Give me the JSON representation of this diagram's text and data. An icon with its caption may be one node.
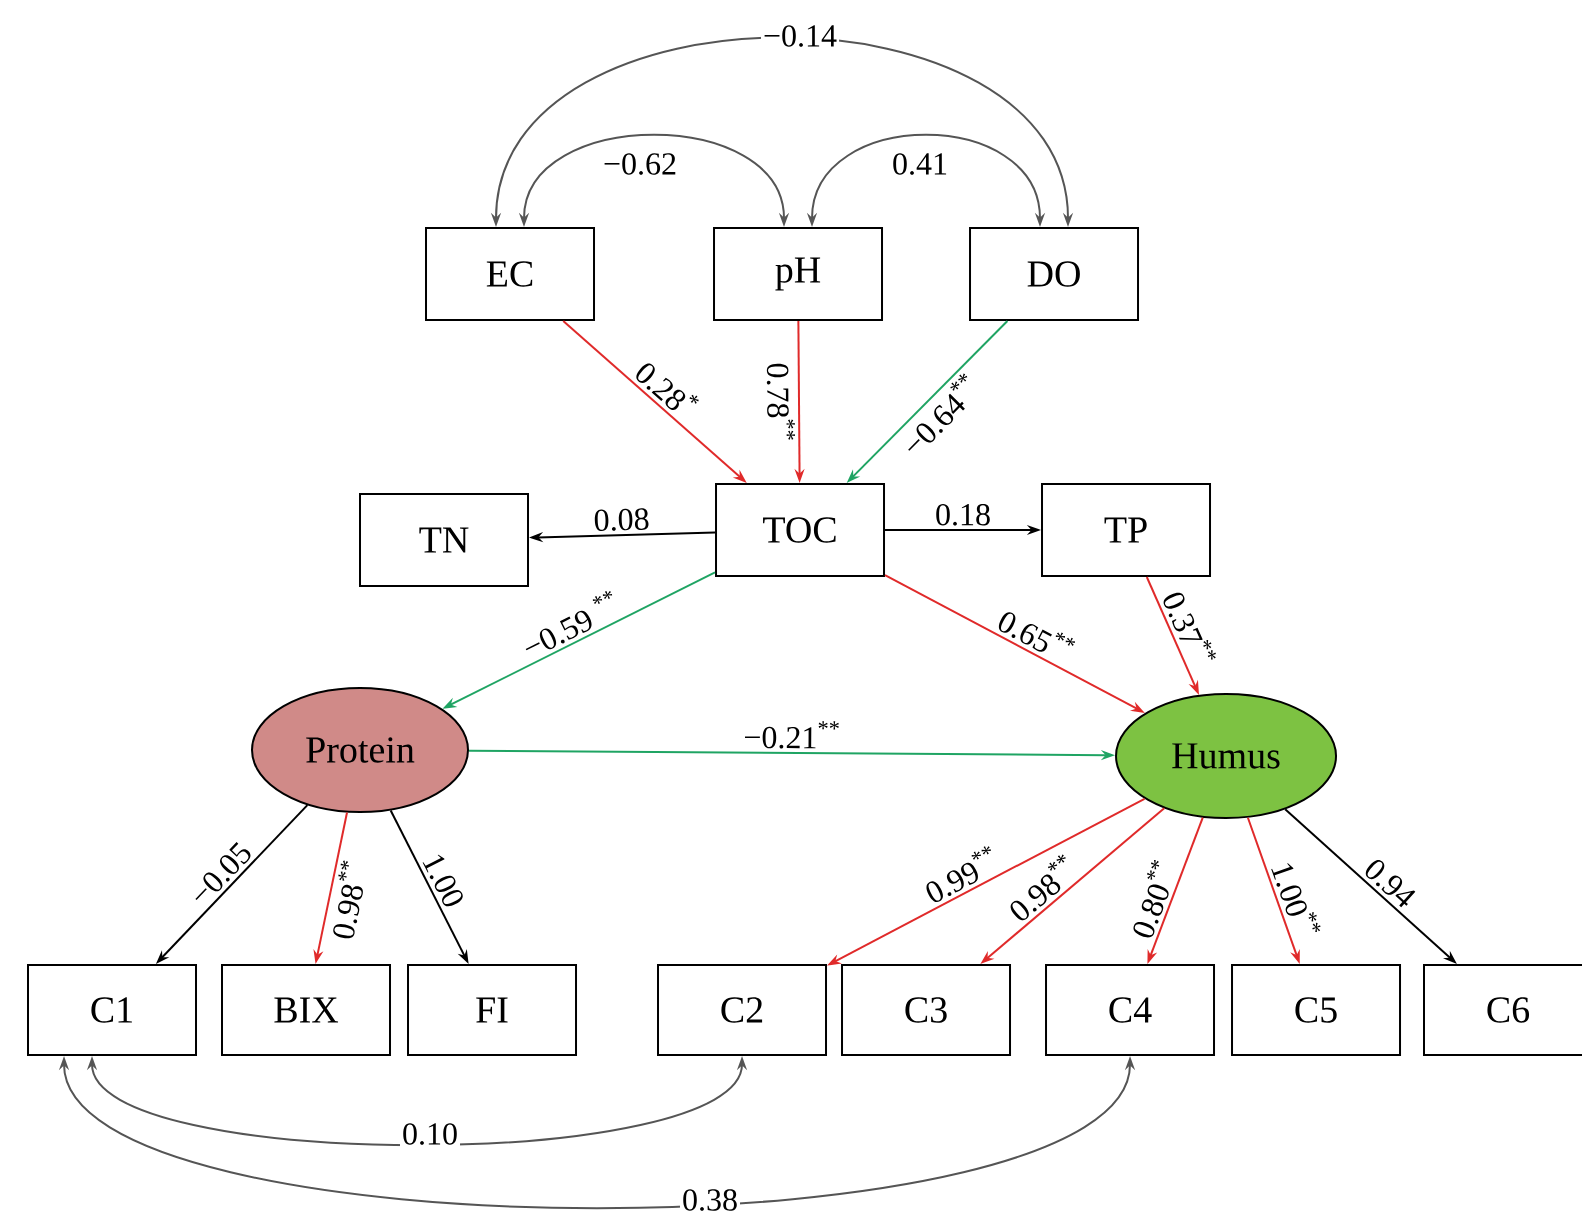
{
  "diagram": {
    "nodes": [
      {
        "text": [
          "EC"
        ]
      },
      {
        "text": [
          "pH"
        ]
      },
      {
        "text": [
          "DO"
        ]
      },
      {
        "text": [
          "TN"
        ]
      },
      {
        "text": [
          "TOC"
        ]
      },
      {
        "text": [
          "TP"
        ]
      },
      {
        "text": [
          "Protein"
        ]
      },
      {
        "text": [
          "Humus"
        ]
      },
      {
        "text": [
          "C1"
        ]
      },
      {
        "text": [
          "BIX"
        ]
      },
      {
        "text": [
          "FI"
        ]
      },
      {
        "text": [
          "C2"
        ]
      },
      {
        "text": [
          "C3"
        ]
      },
      {
        "text": [
          "C4"
        ]
      },
      {
        "text": [
          "C5"
        ]
      },
      {
        "text": [
          "C6"
        ]
      }
    ],
    "edges": [
      {
        "from": 0,
        "to": 4,
        "arrow": "to",
        "label": "0.28$^{*}$",
        "color": "#e02a2a"
      },
      {
        "from": 1,
        "to": 4,
        "arrow": "to",
        "label": "0.78$^{**}$",
        "color": "#e02a2a"
      },
      {
        "from": 2,
        "to": 4,
        "arrow": "to",
        "label": "−0.64$^{**}$",
        "color": "#1fa463"
      },
      {
        "from": 4,
        "to": 3,
        "arrow": "to",
        "label": "0.08",
        "color": "#000000"
      },
      {
        "from": 4,
        "to": 5,
        "arrow": "to",
        "label": "0.18",
        "color": "#000000"
      },
      {
        "from": 4,
        "to": 6,
        "arrow": "to",
        "label": "−0.59 $^{**}$",
        "color": "#1fa463"
      },
      {
        "from": 4,
        "to": 7,
        "arrow": "to",
        "label": "0.65$^{**}$",
        "color": "#e02a2a"
      },
      {
        "from": 5,
        "to": 7,
        "arrow": "to",
        "label": "0.37$^{**}$",
        "color": "#e02a2a"
      },
      {
        "from": 6,
        "to": 7,
        "arrow": "to",
        "label": "−0.21$^{**}$",
        "color": "#1fa463"
      },
      {
        "from": 6,
        "to": 8,
        "arrow": "to",
        "label": "−0.05",
        "color": "#000000"
      },
      {
        "from": 6,
        "to": 9,
        "arrow": "to",
        "label": "0.98$^{**}$",
        "color": "#e02a2a"
      },
      {
        "from": 6,
        "to": 10,
        "arrow": "to",
        "label": "1.00",
        "color": "#000000"
      },
      {
        "from": 7,
        "to": 11,
        "arrow": "to",
        "label": "0.99$^{**}$",
        "color": "#e02a2a"
      },
      {
        "from": 7,
        "to": 12,
        "arrow": "to",
        "label": "0.98$^{**}$",
        "color": "#e02a2a"
      },
      {
        "from": 7,
        "to": 13,
        "arrow": "to",
        "label": "0.80$^{**}$",
        "color": "#e02a2a"
      },
      {
        "from": 7,
        "to": 14,
        "arrow": "to",
        "label": "1.00$^{**}$",
        "color": "#e02a2a"
      },
      {
        "from": 7,
        "to": 15,
        "arrow": "to",
        "label": "0.94",
        "color": "#000000"
      },
      {
        "from": 0,
        "to": 1,
        "arrow": "both",
        "label": "−0.62",
        "color": "#555555"
      },
      {
        "from": 1,
        "to": 2,
        "arrow": "both",
        "label": "0.41",
        "color": "#555555"
      },
      {
        "from": 0,
        "to": 2,
        "arrow": "both",
        "label": "−0.14",
        "color": "#555555"
      },
      {
        "from": 8,
        "to": 11,
        "arrow": "both",
        "label": "0.10",
        "color": "#555555"
      },
      {
        "from": 8,
        "to": 13,
        "arrow": "both",
        "label": "0.38",
        "color": "#555555"
      }
    ]
  }
}
